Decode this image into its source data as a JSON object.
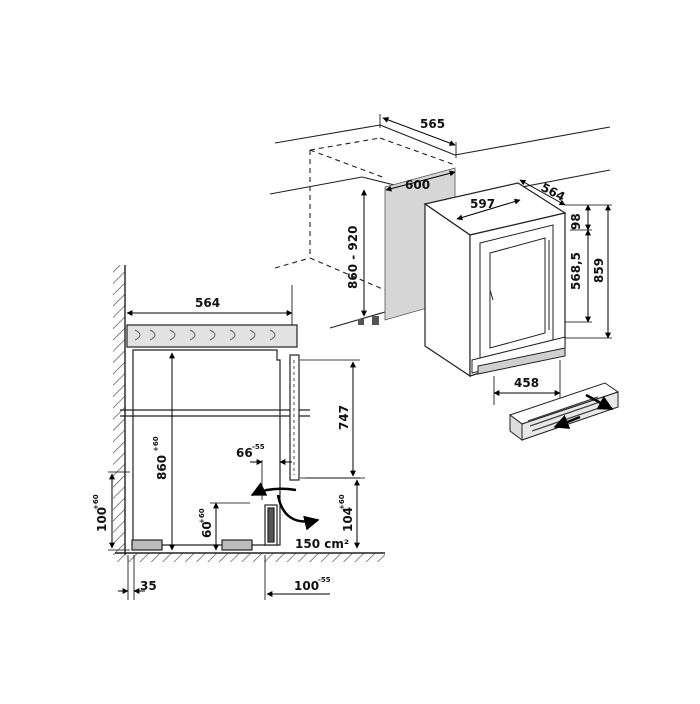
{
  "diagram": {
    "labels": {
      "niche_depth": "565",
      "niche_width": "600",
      "niche_height": "860 - 920",
      "appliance_depth": "564",
      "appliance_width": "597",
      "top_offset": "98",
      "door_height": "568,5",
      "appliance_height": "859",
      "plinth_width": "458",
      "counter_depth": "564",
      "door_clearance": "747",
      "side_height": "860",
      "side_height_tol": "+60",
      "gap": "66",
      "gap_tol": "-55",
      "base_gap": "60",
      "base_gap_tol": "+60",
      "vent_height_left": "100",
      "vent_height_left_tol": "+60",
      "vent_height_right": "104",
      "vent_height_right_tol": "+60",
      "vent_area": "150 cm²",
      "wall_offset": "35",
      "plinth_offset": "100",
      "plinth_offset_tol": "-55"
    }
  }
}
